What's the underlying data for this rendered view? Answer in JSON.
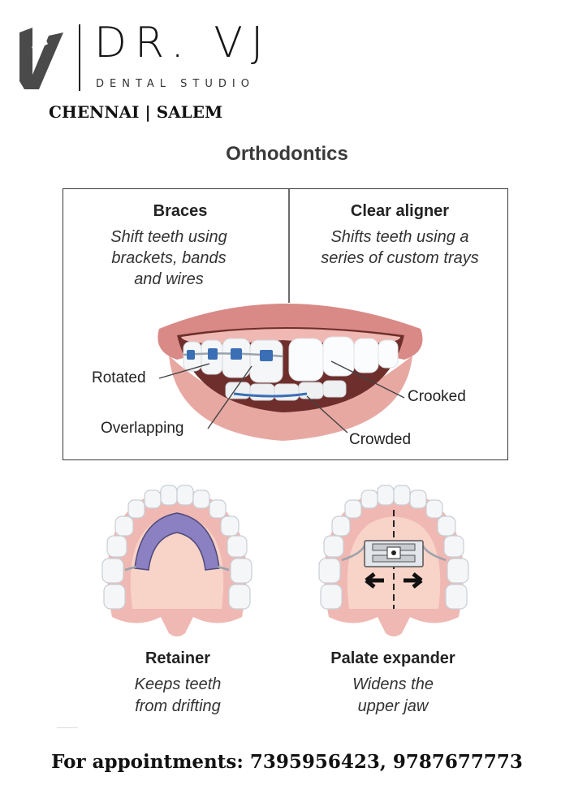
{
  "header": {
    "brand_name": "DR. VJ",
    "brand_subtitle": "DENTAL STUDIO",
    "locations": "CHENNAI | SALEM"
  },
  "infographic": {
    "title": "Orthodontics",
    "braces": {
      "heading": "Braces",
      "description": [
        "Shift teeth using",
        "brackets, bands",
        "and wires"
      ]
    },
    "clear_aligner": {
      "heading": "Clear aligner",
      "description": [
        "Shifts teeth using a",
        "series of custom trays"
      ]
    },
    "callouts": {
      "rotated": "Rotated",
      "overlapping": "Overlapping",
      "crooked": "Crooked",
      "crowded": "Crowded"
    },
    "retainer": {
      "heading": "Retainer",
      "description": [
        "Keeps teeth",
        "from drifting"
      ]
    },
    "palate_expander": {
      "heading": "Palate expander",
      "description": [
        "Widens the",
        "upper jaw"
      ]
    }
  },
  "footer": {
    "appointments": "For appointments: 7395956423, 9787677773"
  },
  "colors": {
    "lip": "#d98a86",
    "gum": "#f0b8b3",
    "tooth": "#f4f6f8",
    "bracket": "#3b6fb5",
    "retainer": "#8b80c2"
  }
}
